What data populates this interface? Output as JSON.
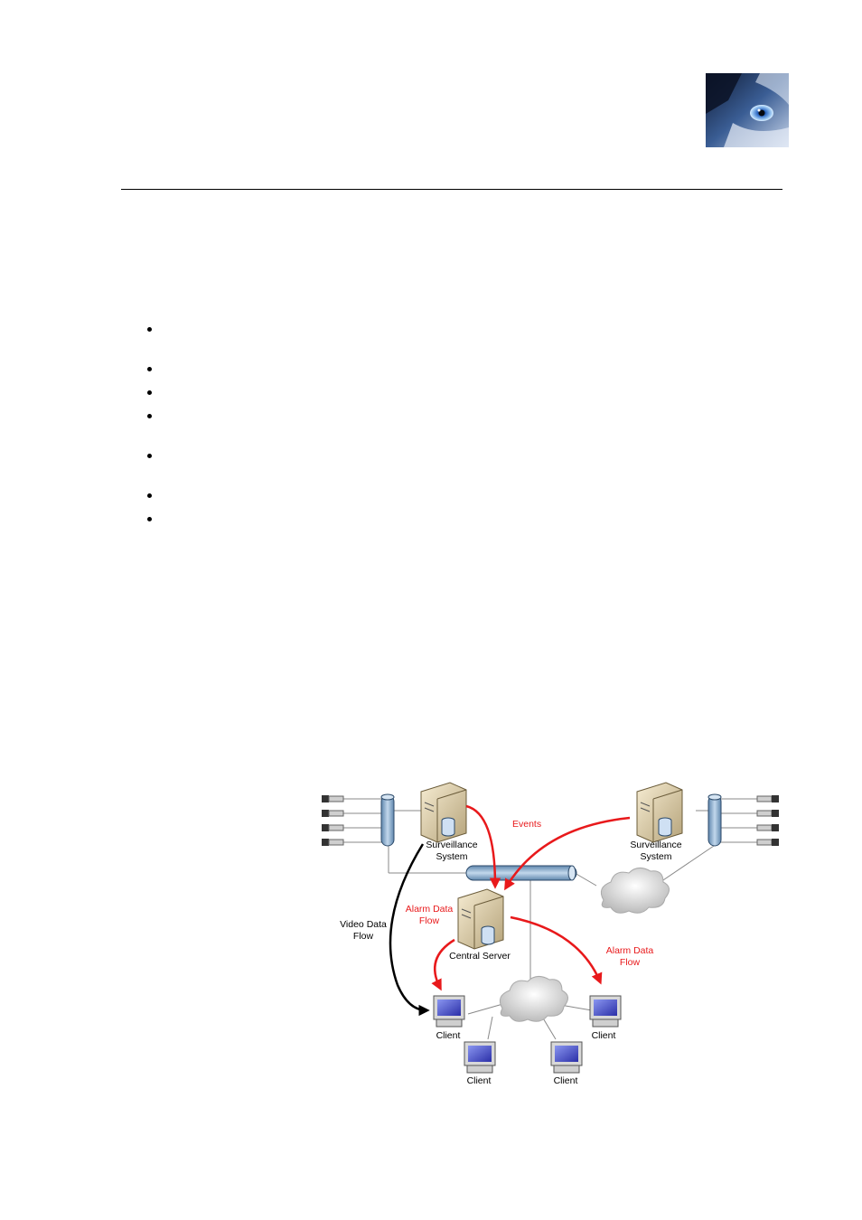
{
  "header": {
    "logo_name": "wolf-eye-logo"
  },
  "bullets": [
    "",
    "",
    "",
    "",
    "",
    "",
    ""
  ],
  "diagram": {
    "left_system": [
      "Surveillance",
      "System"
    ],
    "right_system": [
      "Surveillance",
      "System"
    ],
    "events_label": "Events",
    "alarm_left": [
      "Alarm Data",
      "Flow"
    ],
    "alarm_right": [
      "Alarm Data",
      "Flow"
    ],
    "video_flow": [
      "Video Data",
      "Flow"
    ],
    "central_server": "Central Server",
    "clients": [
      "Client",
      "Client",
      "Client",
      "Client"
    ],
    "colors": {
      "alarm_arrow": "#e8191b",
      "video_arrow": "#000000",
      "bus": "#8fb3d1"
    }
  }
}
